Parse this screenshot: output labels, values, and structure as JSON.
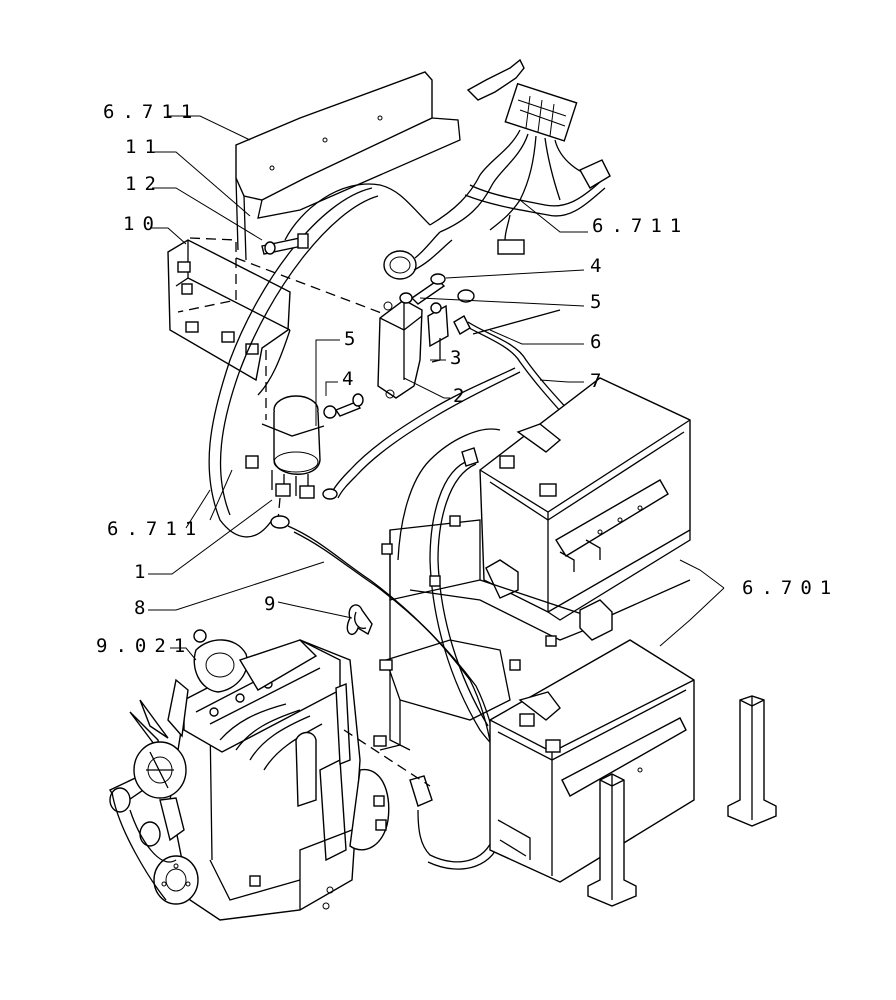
{
  "labels": {
    "ref_6711_top": "6.711",
    "ref_11": "11",
    "ref_12": "12",
    "ref_10": "10",
    "ref_6711_harness": "6.711",
    "ref_4_upper": "4",
    "ref_5_upper": "5",
    "ref_6": "6",
    "ref_7": "7",
    "ref_5_left": "5",
    "ref_4_left": "4",
    "ref_3": "3",
    "ref_2": "2",
    "ref_6711_left": "6.711",
    "ref_1": "1",
    "ref_8": "8",
    "ref_9": "9",
    "ref_9021": "9.021",
    "ref_6701": "6.701"
  }
}
